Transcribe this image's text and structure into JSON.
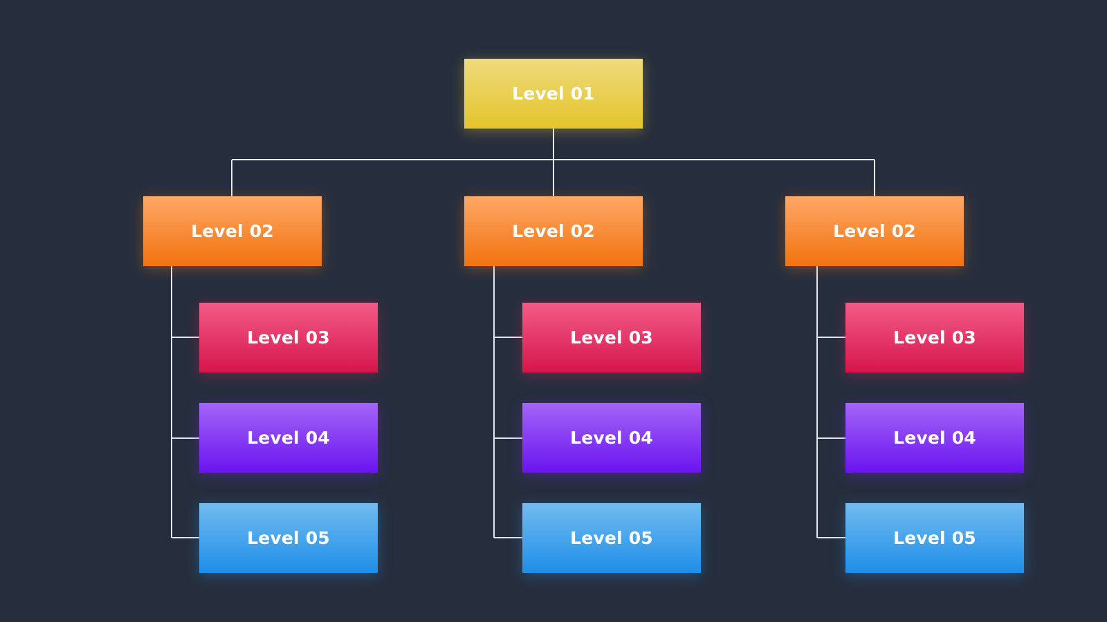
{
  "levels": {
    "level1": "Level 01",
    "level2": "Level 02",
    "level3": "Level 03",
    "level4": "Level 04",
    "level5": "Level 05"
  },
  "colors": {
    "background": "#262e3d",
    "connector": "#e6e8ec",
    "level1": "#e4c42a",
    "level2": "#f2730f",
    "level3": "#d6164d",
    "level4": "#6a14f0",
    "level5": "#1e8fe8"
  }
}
